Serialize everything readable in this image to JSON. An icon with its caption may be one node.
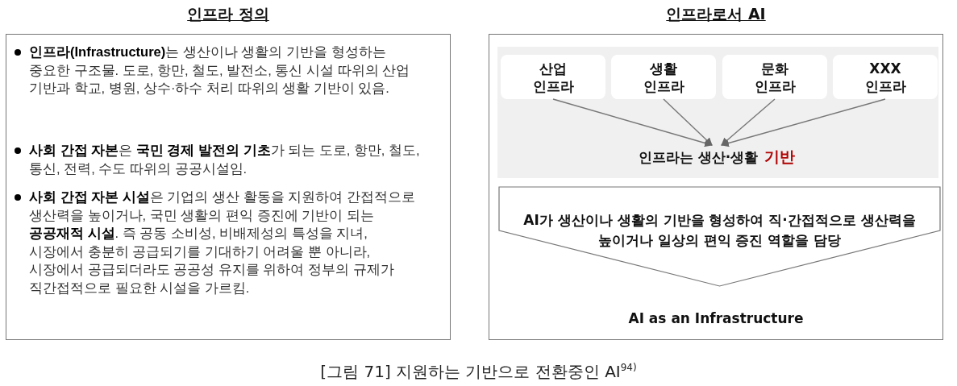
{
  "diagram": {
    "caption": "[그림 71] 지원하는 기반으로 전환중인 AI$^{94)}$",
    "nodes": [
      {
        "text": [
          "인프라 정의",
          "**인프라(Infrastructure)**는 생산이나 생활의 기반을 형성하는 중요한 구조물. 도로, 항만, 철도, 발전소, 통신 시설 따위의 산업 기반과 학교, 병원, 상수·하수 처리 따위의 생활 기반이 있음.",
          "**사회 간접 자본**은 **국민 경제 발전의 기초**가 되는 도로, 항만, 철도, 통신, 전력, 수도 따위의 공공시설임.",
          "**사회 간접 자본 시설**은 기업의 생산 활동을 지원하여 간접적으로 생산력을 높이거나, 국민 생활의 편익 증진에 기반이 되는 **공공재적 시설**. 즉 공동 소비성, 비배제성의 특성을 지녀, 시장에서 충분히 공급되기를 기대하기 어려울 뿐 아니라, 시장에서 공급되더라도 공공성 유지를 위하여 정부의 규제가 직간접적으로 필요한 시설을 가르킴."
        ]
      },
      {
        "text": [
          "인프라로서 AI",
          "AI as an Infrastructure"
        ]
      },
      {
        "text": [],
        "shape": "box",
        "in": 1
      },
      {
        "text": [
          "산업 인프라"
        ],
        "in": 2
      },
      {
        "text": [
          "생활 인프라"
        ],
        "in": 2
      },
      {
        "text": [
          "문화 인프라"
        ],
        "in": 2
      },
      {
        "text": [
          "XXX 인프라"
        ],
        "in": 2
      },
      {
        "text": [
          "인프라는 생산·생활",
          "기반"
        ],
        "in": 2
      },
      {
        "text": [
          "AI가 생산이나 생활의 기반을 형성하여 직·간접적으로 생산력을 높이거나 일상의 편익 증진 역할을 담당"
        ],
        "in": 1
      }
    ],
    "edges": [
      {
        "from": 3,
        "to": 7,
        "arrow": "to"
      },
      {
        "from": 4,
        "to": 7,
        "arrow": "to"
      },
      {
        "from": 5,
        "to": 7,
        "arrow": "to"
      },
      {
        "from": 6,
        "to": 7,
        "arrow": "to"
      }
    ]
  }
}
